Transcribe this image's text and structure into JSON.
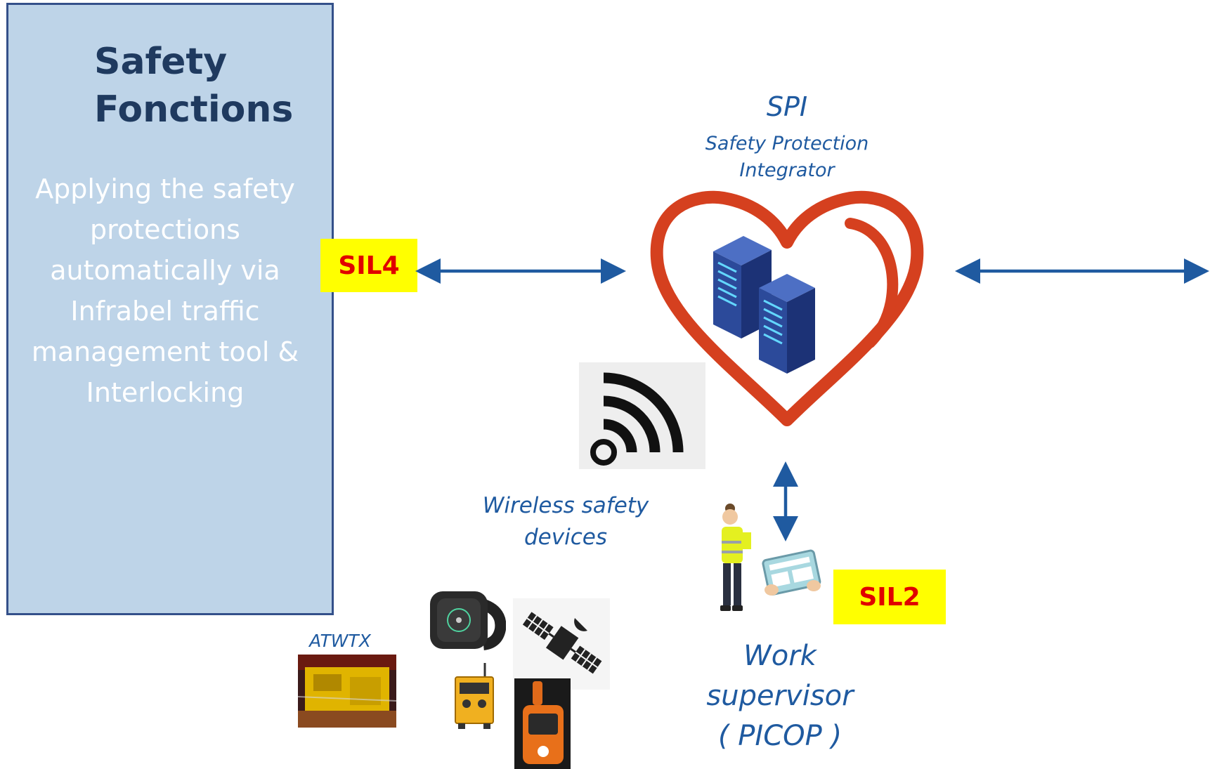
{
  "panel": {
    "title": "Safety\nFonctions",
    "description": "Applying the safety protections automatically via Infrabel traffic management tool & Interlocking"
  },
  "badges": {
    "sil4": "SIL4",
    "sil2": "SIL2"
  },
  "spi": {
    "abbr": "SPI",
    "full": "Safety Protection Integrator"
  },
  "wireless_label": "Wireless safety devices",
  "atwtx_label": "ATWTX",
  "work_supervisor": {
    "line1": "Work",
    "line2": "supervisor",
    "line3": "( PICOP )"
  },
  "icons": [
    "heart-icon",
    "server-icon",
    "wifi-icon",
    "smartwatch-icon",
    "satellite-icon",
    "radio-device-icon",
    "orange-transmitter-icon",
    "atwtx-machine-icon",
    "worker-icon",
    "tablet-icon"
  ],
  "colors": {
    "panel_fill": "#bed4e8",
    "panel_border": "#34508a",
    "title": "#1f3a5f",
    "arrow": "#1f5aa0",
    "heart": "#d5401f",
    "badge_bg": "#ffff00",
    "badge_text": "#e00000"
  }
}
